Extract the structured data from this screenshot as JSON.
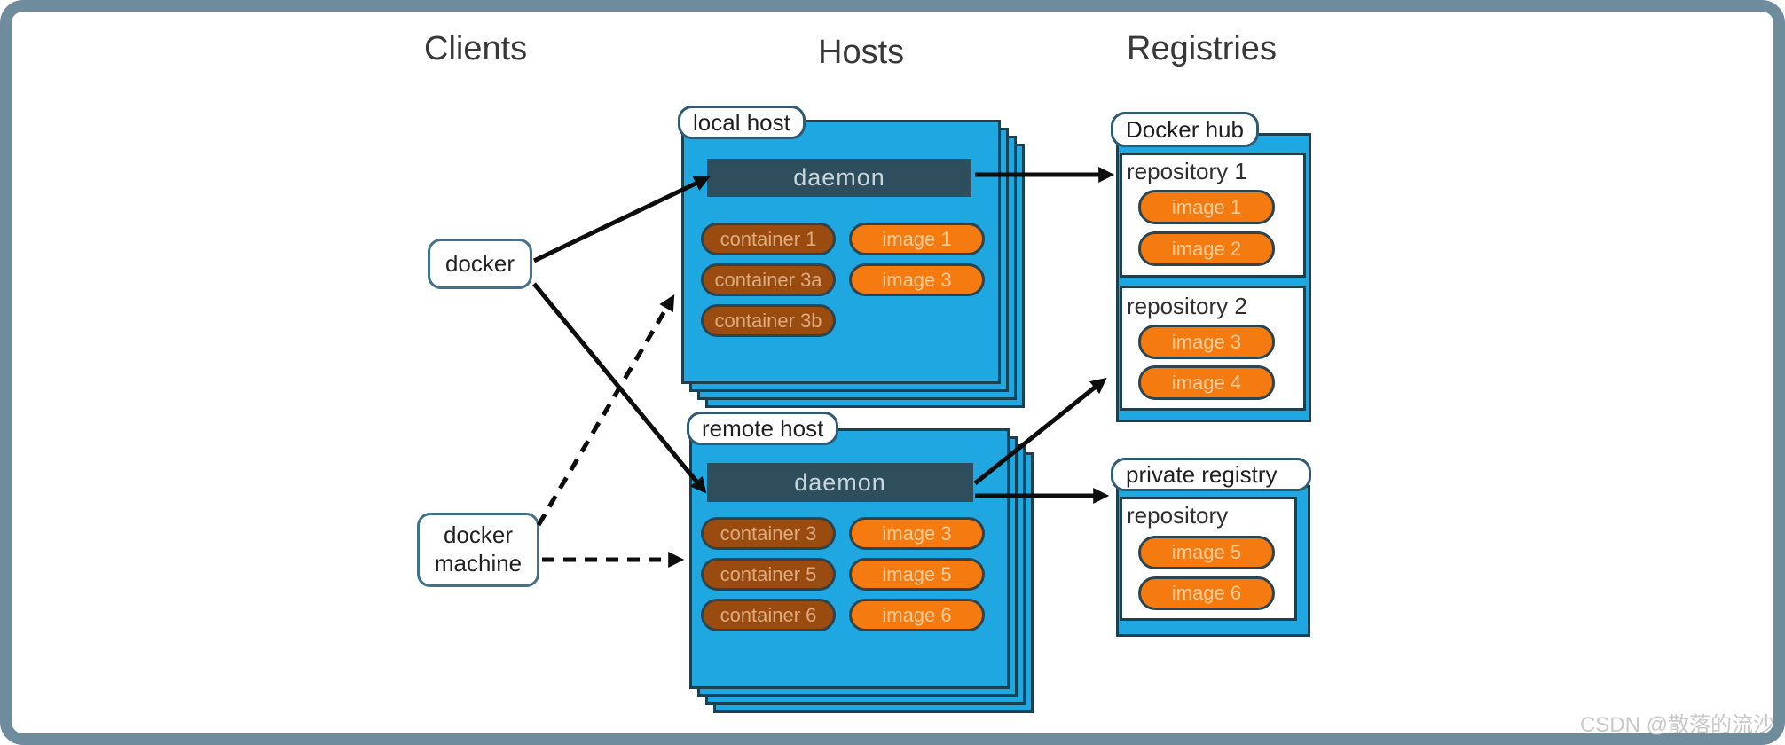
{
  "headers": {
    "clients": "Clients",
    "hosts": "Hosts",
    "registries": "Registries"
  },
  "clients": {
    "docker_label": "docker",
    "machine_line1": "docker",
    "machine_line2": "machine"
  },
  "hosts": [
    {
      "label": "local host",
      "daemon": "daemon",
      "containers": [
        "container 1",
        "container 3a",
        "container 3b"
      ],
      "images": [
        "image 1",
        "image 3"
      ]
    },
    {
      "label": "remote host",
      "daemon": "daemon",
      "containers": [
        "container 3",
        "container 5",
        "container 6"
      ],
      "images": [
        "image 3",
        "image 5",
        "image 6"
      ]
    }
  ],
  "registries": [
    {
      "label": "Docker hub",
      "repos": [
        {
          "name": "repository 1",
          "images": [
            "image 1",
            "image 2"
          ]
        },
        {
          "name": "repository 2",
          "images": [
            "image 3",
            "image 4"
          ]
        }
      ]
    },
    {
      "label": "private registry",
      "repos": [
        {
          "name": "repository",
          "images": [
            "image 5",
            "image 6"
          ]
        }
      ]
    }
  ],
  "arrows": [
    {
      "from": "docker",
      "to": "local host daemon",
      "style": "solid"
    },
    {
      "from": "docker",
      "to": "remote host daemon",
      "style": "solid"
    },
    {
      "from": "docker machine",
      "to": "local host",
      "style": "dashed"
    },
    {
      "from": "docker machine",
      "to": "remote host",
      "style": "dashed"
    },
    {
      "from": "local host daemon",
      "to": "Docker hub repository 1",
      "style": "solid"
    },
    {
      "from": "remote host daemon",
      "to": "Docker hub",
      "style": "solid"
    },
    {
      "from": "remote host daemon",
      "to": "private registry",
      "style": "solid"
    }
  ],
  "watermark": {
    "text": "CSDN @散落的流沙"
  },
  "colors": {
    "frame": "#6F8C9C",
    "card_blue": "#1EA7E1",
    "card_border": "#1B4050",
    "daemon_bg": "#2E4E5E",
    "daemon_text": "#C7D5DC",
    "container_bg": "#9A4B0F",
    "container_text": "#DCAB7E",
    "image_bg": "#F57A0F",
    "image_text": "#FBCE9B",
    "label_border": "#41718A",
    "arrow": "#0D0D0D",
    "watermark_text": "#C9C9C9"
  }
}
